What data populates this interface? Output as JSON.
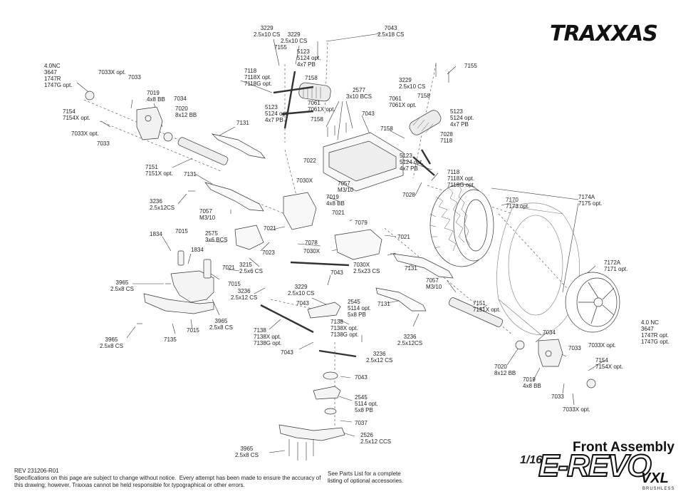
{
  "brand": "TRAXXAS",
  "footer": {
    "title": "Front Assembly",
    "scale": "1/16",
    "model": "E-REVO",
    "variant": "VXL",
    "sub": "BRUSHLESS",
    "rev": "REV 231206-R01",
    "disclaimer": "Specifications on this page are subject to change without notice.  Every attempt has been made to ensure the accuracy of\nthis drawing; however, Traxxas cannot be held responsible for typographical or other errors.",
    "parts_note": "See Parts List for a complete\nlisting of optional accessories."
  },
  "callouts": {
    "l01": "3229\n2.5x10 CS",
    "l02": "3229\n2.5x10 CS",
    "l03": "7043\n2.5x18 CS",
    "l04": "7155",
    "l05": "5123\n5124 opt.\n4x7 PB",
    "l06": "7118\n7118X opt.\n7118G opt.",
    "l07": "7158",
    "l08": "4.0NC\n3647\n1747R\n1747G opt.",
    "l09": "7033X opt.",
    "l10": "7033",
    "l11": "7019\n4x8 BB",
    "l12": "7034",
    "l13": "7020\n8x12 BB",
    "l14": "7154\n7154X opt.",
    "l15": "7033X opt.",
    "l16": "7033",
    "l17": "7131",
    "l18": "7151\n7151X opt.",
    "l19": "7131",
    "l20": "3236\n2.5x12CS",
    "l21": "7057\nM3/10",
    "l22": "2577\n3x10 BCS",
    "l23": "7061\n7061X opt.",
    "l24": "7043",
    "l25": "5123\n5124 opt.\n4x7 PB",
    "l26": "7158",
    "l27": "7022",
    "l28": "7030X",
    "l29": "7057\nM3/10",
    "l30": "7019\n4x8 BB",
    "l31": "7021",
    "l32": "7079",
    "l33": "7155",
    "l34": "3229\n2.5x10 CS",
    "l35": "7158",
    "l36": "7061\n7061X opt.",
    "l37": "5123\n5124 opt.\n4x7 PB",
    "l38": "7158",
    "l39": "7028\n7118",
    "l40": "5123\n5124 opt.\n4x7 PB",
    "l41": "7118\n7118X opt.\n7118G opt.",
    "l42": "7028",
    "l43": "7170\n7173 opt.",
    "l44": "7174A\n7175 opt.",
    "l45": "1834",
    "l46": "7015",
    "l47": "2575\n3x6 BCS",
    "l48": "1834",
    "l49": "7021",
    "l50": "7023",
    "l51": "7078",
    "l52": "7030X",
    "l53": "7021",
    "l54": "3215\n2.5x6 CS",
    "l55": "7021",
    "l56": "7030X\n2.5x23 CS",
    "l57": "7131",
    "l58": "7172A\n7171 opt.",
    "l59": "3965\n2.5x8 CS",
    "l60": "7015",
    "l61": "3236\n2.5x12 CS",
    "l62": "3229\n2.5x10 CS",
    "l63": "7043",
    "l64": "7057\nM3/10",
    "l65": "7131",
    "l66": "7043",
    "l67": "2545\n5114 opt.\n5x8 PB",
    "l68": "3965\n2.5x8 CS",
    "l69": "7138\n7138X opt.\n7138G opt.",
    "l70": "7138\n7138X opt.\n7138G opt.",
    "l71": "7151\n7151X opt.",
    "l72": "3965\n2.5x8 CS",
    "l73": "7135",
    "l74": "7015",
    "l75": "3236\n2.5x12CS",
    "l76": "7034",
    "l77": "4.0 NC\n3647\n1747R opt.\n1747G opt.",
    "l78": "7043",
    "l79": "3236\n2.5x12 CS",
    "l80": "7033",
    "l81": "7033X opt.",
    "l82": "7154\n7154X opt.",
    "l83": "7020\n8x12 BB",
    "l84": "7019\n4x8 BB",
    "l85": "7033",
    "l86": "7033X opt.",
    "l87": "7043",
    "l88": "2545\n5114 opt.\n5x8 PB",
    "l89": "7037",
    "l90": "2526\n2.5x12 CCS",
    "l91": "3965\n2.5x8 CS"
  }
}
